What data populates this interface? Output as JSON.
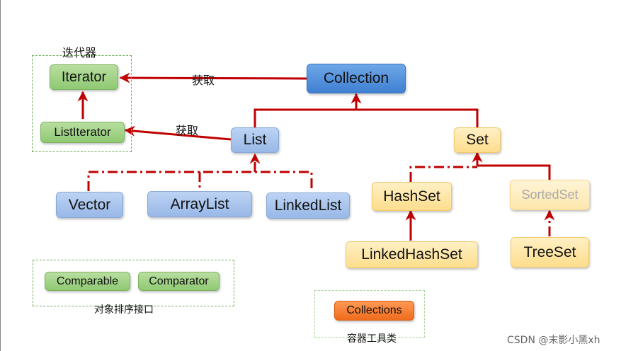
{
  "groups": {
    "iterator_label": "迭代器",
    "sort_label": "对象排序接口",
    "tools_label": "容器工具类"
  },
  "edge_labels": {
    "get1": "获取",
    "get2": "获取"
  },
  "nodes": {
    "iterator": "Iterator",
    "list_iterator": "ListIterator",
    "collection": "Collection",
    "list": "List",
    "set": "Set",
    "vector": "Vector",
    "array_list": "ArrayList",
    "linked_list": "LinkedList",
    "hash_set": "HashSet",
    "sorted_set": "SortedSet",
    "linked_hash_set": "LinkedHashSet",
    "tree_set": "TreeSet",
    "comparable": "Comparable",
    "comparator": "Comparator",
    "collections": "Collections"
  },
  "watermark": "CSDN @末影小黑xh",
  "colors": {
    "arrow": "#c00000",
    "interface_green": "#8fc973",
    "collection_blue": "#3f80d2",
    "list_blue": "#98b8e8",
    "set_yellow": "#fedd8d",
    "collections_orange": "#f06b1c"
  }
}
